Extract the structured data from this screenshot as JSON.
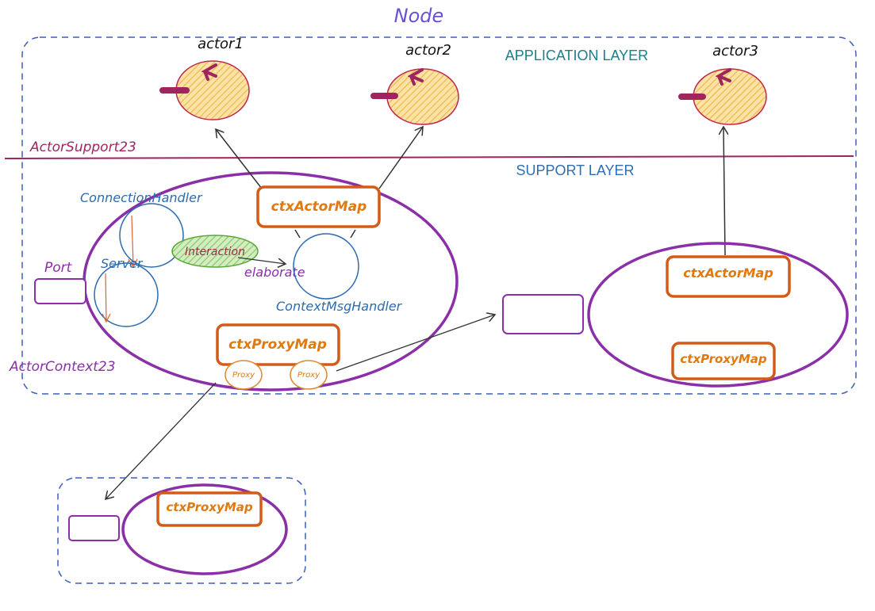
{
  "title": "Node",
  "layers": {
    "application": "APPLICATION LAYER",
    "support": "SUPPORT LAYER"
  },
  "actors": [
    "actor1",
    "actor2",
    "actor3"
  ],
  "labels": {
    "actor_support": "ActorSupport23",
    "actor_context": "ActorContext23",
    "connection_handler": "ConnectionHandler",
    "server": "Server",
    "port": "Port",
    "interaction": "Interaction",
    "elaborate": "elaborate",
    "context_msg_handler": "ContextMsgHandler",
    "proxy": "Proxy"
  },
  "maps": {
    "main_actor_map": "ctxActorMap",
    "main_proxy_map": "ctxProxyMap",
    "right_actor_map": "ctxActorMap",
    "right_proxy_map": "ctxProxyMap",
    "bottom_proxy_map": "ctxProxyMap"
  },
  "colors": {
    "title": "#6a4fd6",
    "container_dash": "#3b5fbf",
    "app_layer_text": "#1a7f8a",
    "support_layer_text": "#2f6db5",
    "support_line": "#a0245e",
    "context_ellipse": "#8a2fa8",
    "map_box": "#d45a18",
    "map_text": "#e07a10",
    "handler_circle": "#2b6cb0",
    "actor_fill": "#f7c96a",
    "actor_edge": "#c2264f",
    "interaction_fill": "#a8d88a",
    "interaction_edge": "#5aa83a",
    "interaction_text": "#9a2d4a",
    "arrow": "#333333"
  }
}
